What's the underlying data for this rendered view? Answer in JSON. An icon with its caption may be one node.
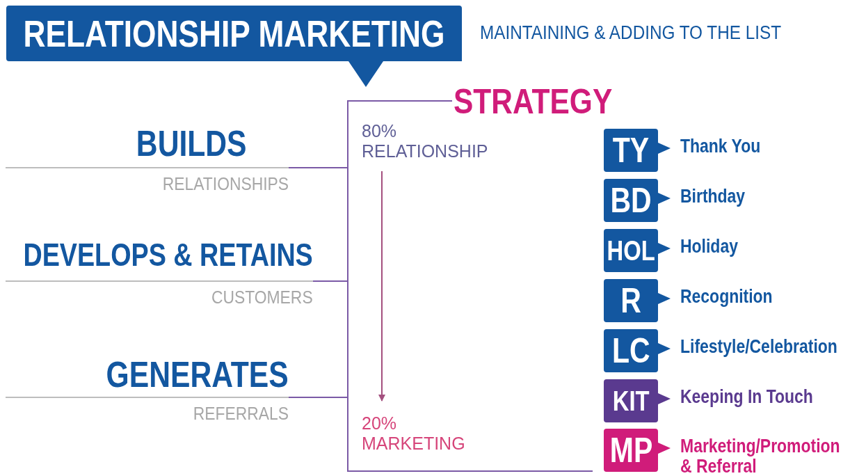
{
  "diagram": {
    "nodes": [
      {
        "text": [
          "RELATIONSHIP MARKETING"
        ]
      },
      {
        "text": [
          "BUILDS",
          "RELATIONSHIPS"
        ]
      },
      {
        "text": [
          "DEVELOPS & RETAINS",
          "CUSTOMERS"
        ]
      },
      {
        "text": [
          "GENERATES",
          "REFERRALS"
        ]
      },
      {
        "text": [
          "STRATEGY"
        ]
      },
      {
        "text": [
          "80% RELATIONSHIP"
        ]
      },
      {
        "text": [
          "20% MARKETING"
        ]
      },
      {
        "text": [
          "TY"
        ],
        "beside": [
          "Thank You"
        ]
      },
      {
        "text": [
          "BD"
        ],
        "beside": [
          "Birthday"
        ]
      },
      {
        "text": [
          "HOL"
        ],
        "beside": [
          "Holiday"
        ]
      },
      {
        "text": [
          "R"
        ],
        "beside": [
          "Recognition"
        ]
      },
      {
        "text": [
          "LC"
        ],
        "beside": [
          "Lifestyle/Celebration"
        ]
      },
      {
        "text": [
          "KIT"
        ],
        "beside": [
          "Keeping In Touch"
        ]
      },
      {
        "text": [
          "MP"
        ],
        "beside": [
          "Marketing/Promotion & Referral"
        ]
      }
    ],
    "edges": [
      {
        "from": 1,
        "to": 4,
        "arrow": "none"
      },
      {
        "from": 2,
        "to": 4,
        "arrow": "none"
      },
      {
        "from": 3,
        "to": 4,
        "arrow": "none"
      },
      {
        "from": 5,
        "to": 6,
        "arrow": "to",
        "color": "#a4507f"
      }
    ],
    "labels": [
      "MAINTAINING & ADDING TO THE LIST"
    ]
  }
}
